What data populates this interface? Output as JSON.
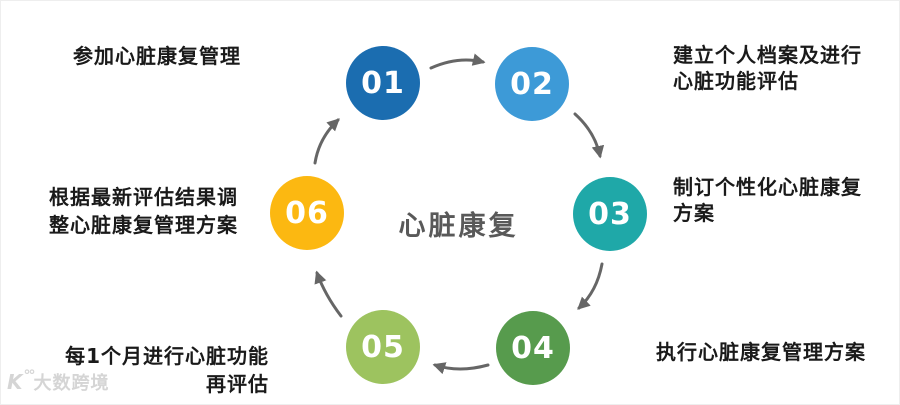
{
  "center": {
    "title": "心脏康复"
  },
  "steps": [
    {
      "number": "01",
      "label": "参加心脏康复管理",
      "color": "#1b6db0"
    },
    {
      "number": "02",
      "label": "建立个人档案及进行\n心脏功能评估",
      "color": "#3d9ad7"
    },
    {
      "number": "03",
      "label": "制订个性化心脏康复\n方案",
      "color": "#1fa8a8"
    },
    {
      "number": "04",
      "label": "执行心脏康复管理方案",
      "color": "#579b4d"
    },
    {
      "number": "05",
      "label": "每1个月进行心脏功能\n再评估",
      "color": "#9dc35f"
    },
    {
      "number": "06",
      "label": "根据最新评估结果调\n整心脏康复管理方案",
      "color": "#fcb811"
    }
  ],
  "watermark": {
    "logo": "K",
    "text": "大数跨境"
  },
  "colors": {
    "arrow": "#666666",
    "label_text": "#1a1a1a",
    "center_text": "#595959",
    "background": "#ffffff"
  }
}
